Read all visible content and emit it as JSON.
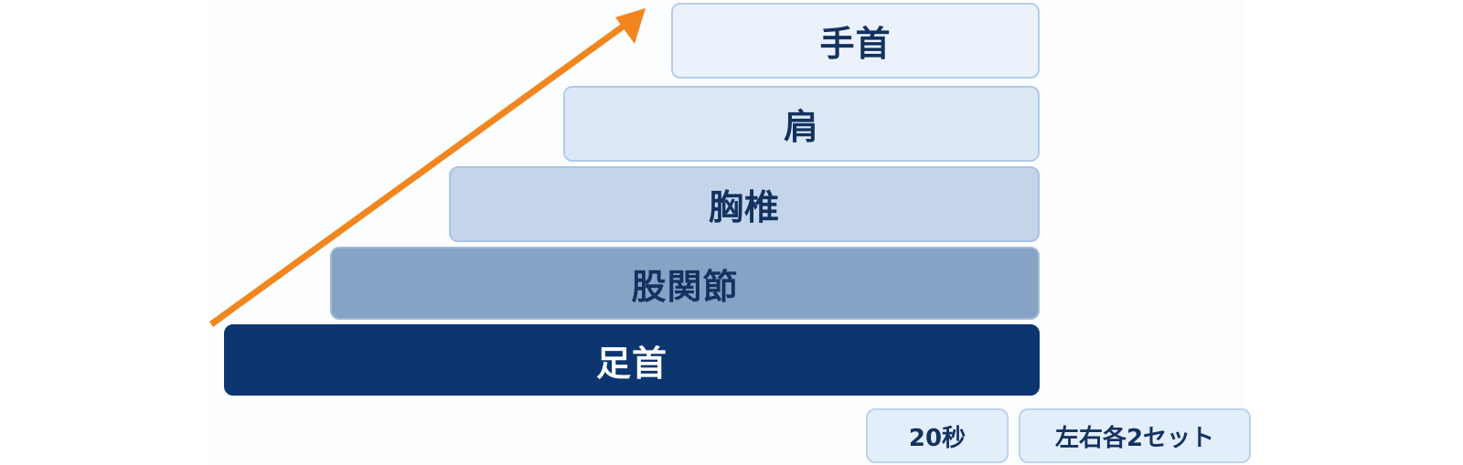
{
  "steps": [
    {
      "label": "足首",
      "level": 1
    },
    {
      "label": "股関節",
      "level": 2
    },
    {
      "label": "胸椎",
      "level": 3
    },
    {
      "label": "肩",
      "level": 4
    },
    {
      "label": "手首",
      "level": 5
    }
  ],
  "tags": {
    "duration": "20秒",
    "sets": "左右各2セット"
  },
  "colors": {
    "arrow": "#f2861e",
    "base_step": "#0d3570",
    "text_dark": "#13325f"
  },
  "icons": {
    "progression_arrow": "arrow-up-right-icon"
  }
}
